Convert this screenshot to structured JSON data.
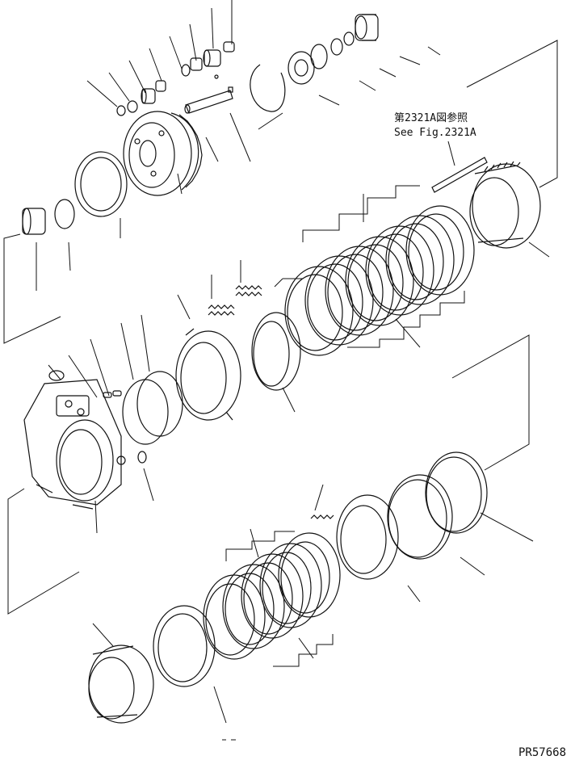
{
  "reference": {
    "line1": "第2321A図参照",
    "line2": "See Fig.2321A"
  },
  "figure_code": "PR57668"
}
